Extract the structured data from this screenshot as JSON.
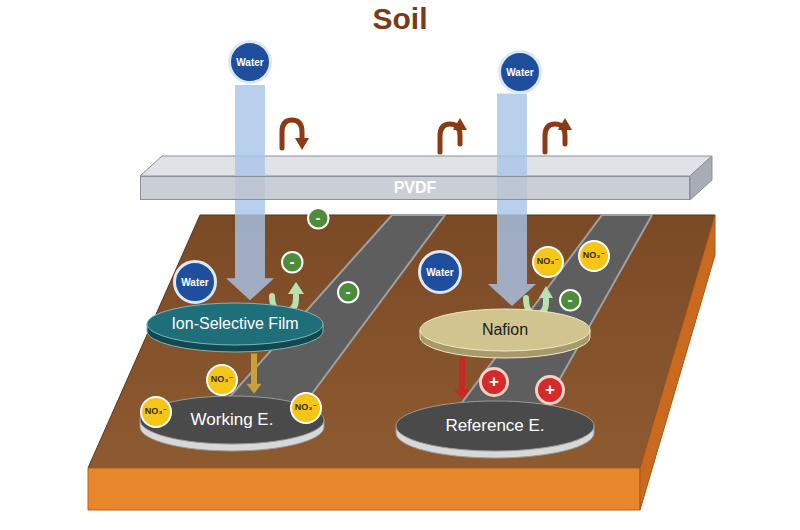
{
  "diagram": {
    "title": "Soil",
    "nodes": [
      {
        "text": [
          "Water"
        ]
      },
      {
        "text": [
          "Water"
        ]
      },
      {
        "text": [
          "PVDF"
        ]
      },
      {
        "text": [
          "-"
        ]
      },
      {
        "text": [
          "-"
        ]
      },
      {
        "text": [
          "Water"
        ]
      },
      {
        "text": [
          "Water"
        ]
      },
      {
        "text": [
          "NO₃⁻"
        ]
      },
      {
        "text": [
          "NO₃⁻"
        ]
      },
      {
        "text": [
          "-"
        ]
      },
      {
        "text": [
          "-"
        ]
      },
      {
        "text": [
          "Ion-Selective Film"
        ]
      },
      {
        "text": [
          "Nafion"
        ]
      },
      {
        "text": [
          "NO₃⁻"
        ]
      },
      {
        "text": [
          "+"
        ]
      },
      {
        "text": [
          "+"
        ]
      },
      {
        "text": [
          "NO₃⁻"
        ]
      },
      {
        "text": [
          "NO₃⁻"
        ]
      },
      {
        "text": [
          "Working E."
        ]
      },
      {
        "text": [
          "Reference E."
        ]
      }
    ],
    "edges": [
      {
        "from": 0,
        "to": 11,
        "arrow": "to"
      },
      {
        "from": 1,
        "to": 12,
        "arrow": "to"
      },
      {
        "from": 11,
        "to": 18,
        "arrow": "to"
      },
      {
        "from": 12,
        "to": 19,
        "arrow": "to"
      }
    ]
  }
}
